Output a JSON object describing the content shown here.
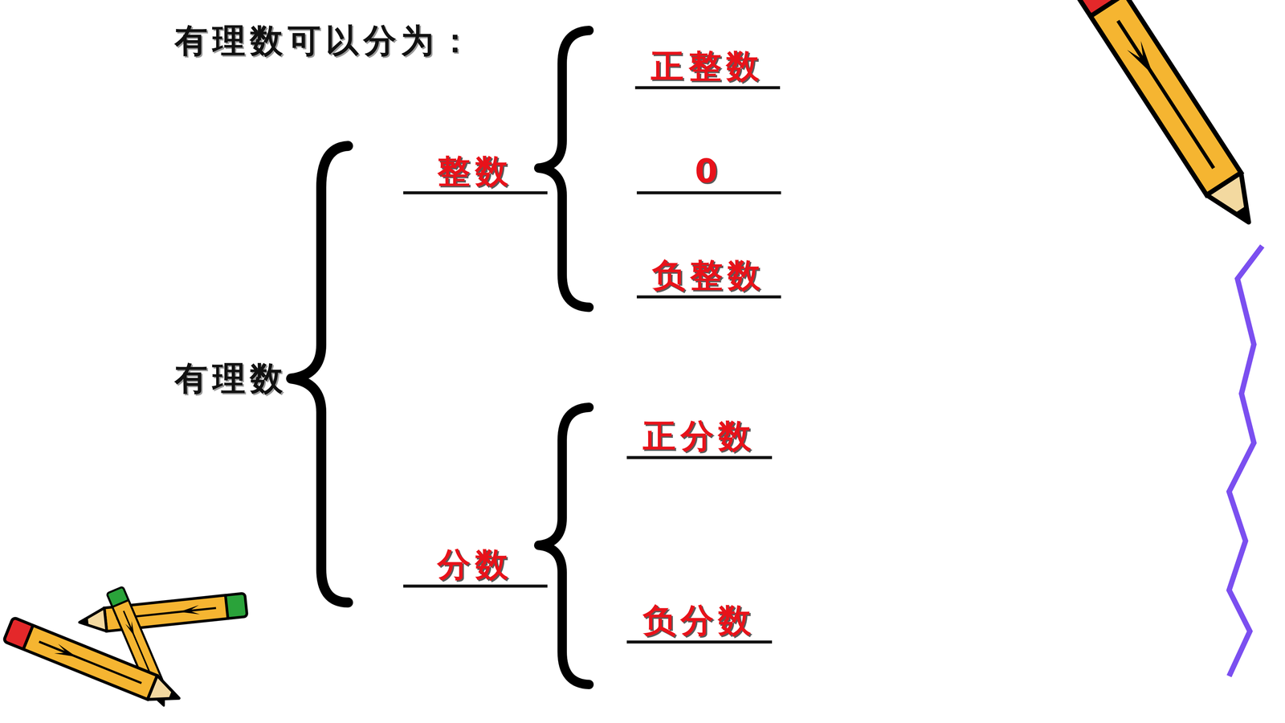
{
  "diagram": {
    "title": "有理数可以分为：",
    "labels": [
      "有理数",
      "整数",
      "正整数",
      "0",
      "负整数",
      "分数",
      "正分数",
      "负分数"
    ]
  }
}
